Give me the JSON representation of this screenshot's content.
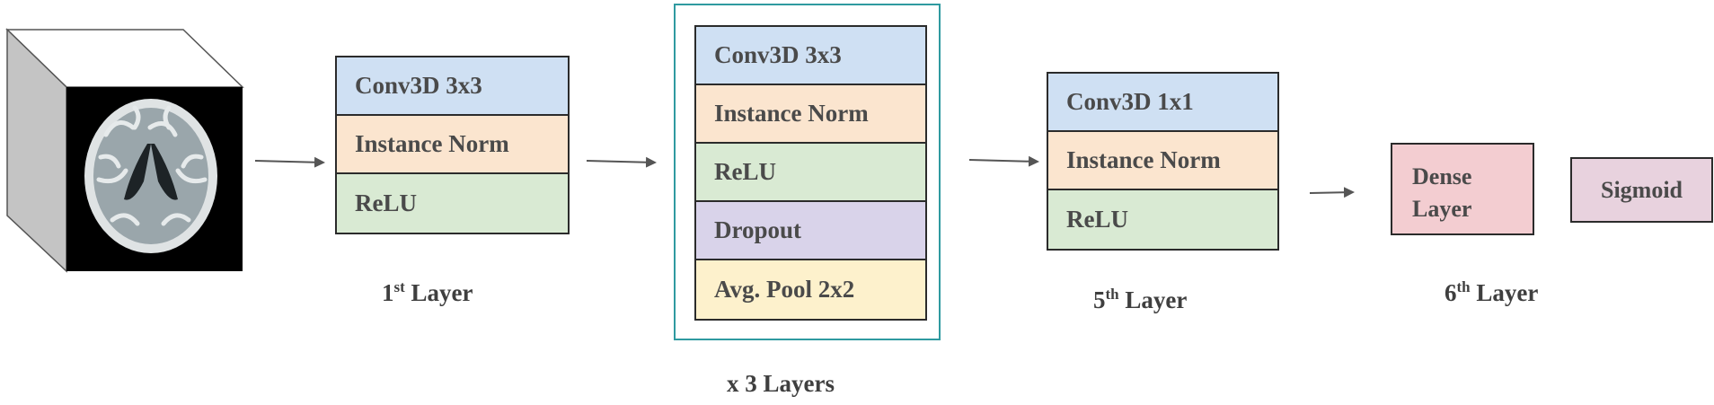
{
  "colors": {
    "conv": "#cfe0f3",
    "norm": "#fbe5cf",
    "relu": "#d9ead3",
    "dropout": "#d9d3ea",
    "pool": "#fdf1cc",
    "dense": "#f3cdd1",
    "sigmoid": "#e8d2de",
    "repeat_border": "#2f9aa0"
  },
  "input": {
    "icon": "mri-brain-cube-icon"
  },
  "layer1": {
    "cells": [
      "Conv3D 3x3",
      "Instance Norm",
      "ReLU"
    ],
    "caption_num": "1",
    "caption_sup": "st",
    "caption_text": " Layer"
  },
  "repeat_block": {
    "cells": [
      "Conv3D 3x3",
      "Instance Norm",
      "ReLU",
      "Dropout",
      "Avg. Pool 2x2"
    ],
    "caption": "x 3 Layers"
  },
  "layer5": {
    "cells": [
      "Conv3D 1x1",
      "Instance Norm",
      "ReLU"
    ],
    "caption_num": "5",
    "caption_sup": "th",
    "caption_text": " Layer"
  },
  "layer6": {
    "dense_line1": "Dense",
    "dense_line2": "Layer",
    "sigmoid": "Sigmoid",
    "caption_num": "6",
    "caption_sup": "th",
    "caption_text": " Layer"
  }
}
